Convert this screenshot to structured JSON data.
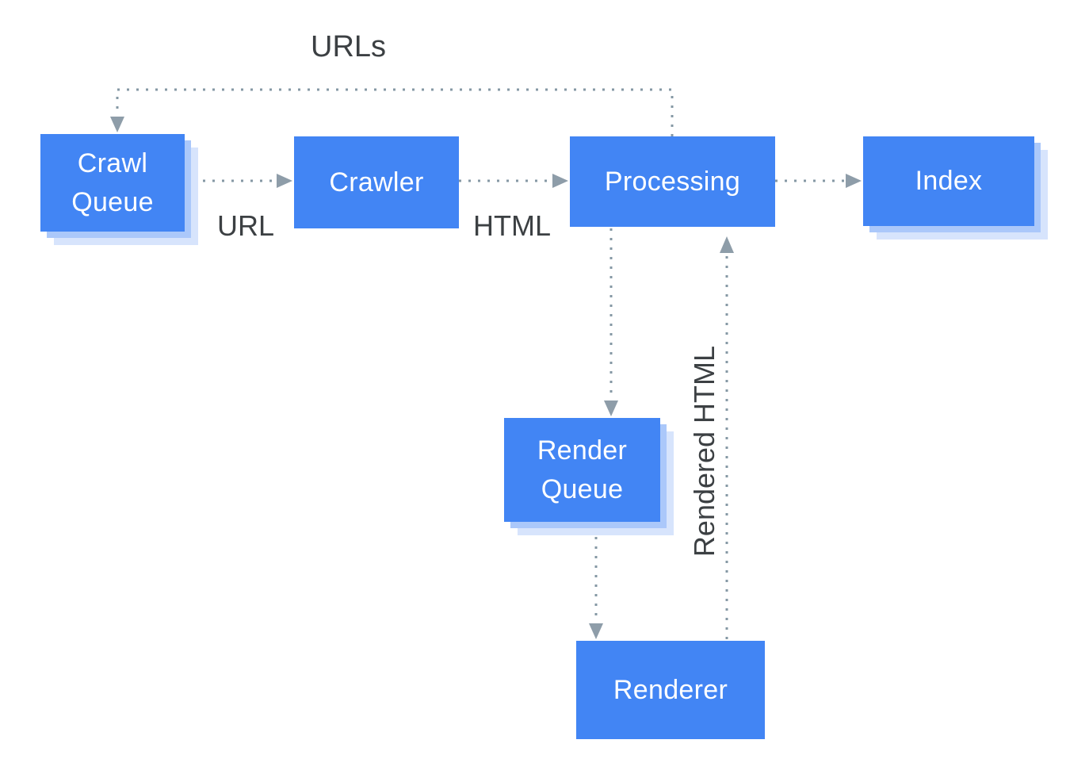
{
  "diagram": {
    "nodes": {
      "crawl_queue": {
        "label": "Crawl Queue"
      },
      "crawler": {
        "label": "Crawler"
      },
      "processing": {
        "label": "Processing"
      },
      "index": {
        "label": "Index"
      },
      "render_queue": {
        "label": "Render Queue"
      },
      "renderer": {
        "label": "Renderer"
      }
    },
    "edge_labels": {
      "urls": "URLs",
      "url": "URL",
      "html": "HTML",
      "rendered_html": "Rendered HTML"
    },
    "colors": {
      "node_fill": "#4285F4",
      "node_text": "#FFFFFF",
      "shadow_inner": "#ABC8FA",
      "shadow_outer": "#D7E4FC",
      "connector": "#8598A4",
      "arrowhead": "#8E9DA9",
      "label_text": "#3C4043",
      "background": "#FFFFFF"
    }
  }
}
